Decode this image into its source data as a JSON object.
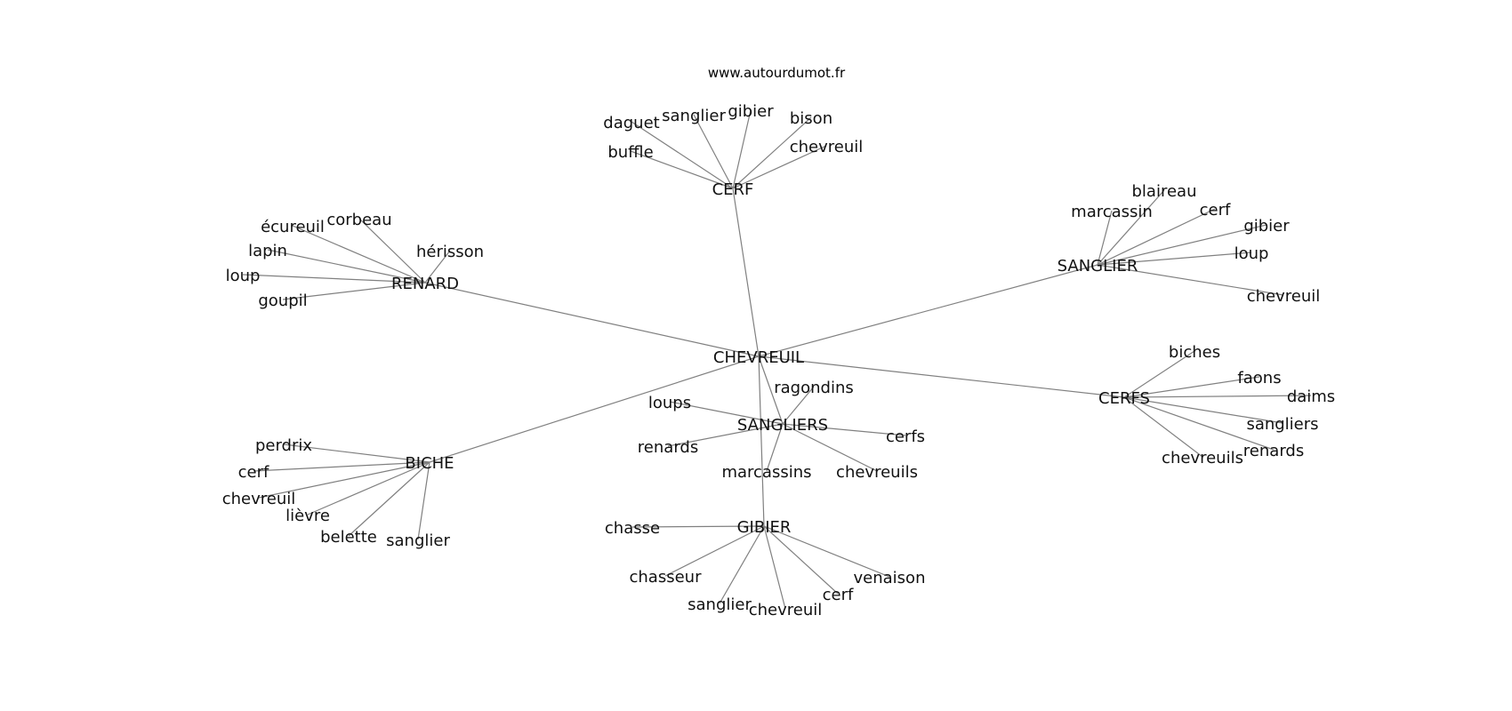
{
  "site": "www.autourdumot.fr",
  "center": "CHEVREUIL",
  "clusters": [
    {
      "id": "cerf",
      "hub": "CERF",
      "words": [
        "daguet",
        "sanglier",
        "gibier",
        "bison",
        "buffle",
        "chevreuil"
      ]
    },
    {
      "id": "renard",
      "hub": "RENARD",
      "words": [
        "écureuil",
        "corbeau",
        "hérisson",
        "lapin",
        "loup",
        "goupil"
      ]
    },
    {
      "id": "sanglier",
      "hub": "SANGLIER",
      "words": [
        "blaireau",
        "marcassin",
        "cerf",
        "gibier",
        "loup",
        "chevreuil"
      ]
    },
    {
      "id": "cerfs",
      "hub": "CERFS",
      "words": [
        "biches",
        "faons",
        "daims",
        "sangliers",
        "renards",
        "chevreuils"
      ]
    },
    {
      "id": "sangliers",
      "hub": "SANGLIERS",
      "words": [
        "ragondins",
        "loups",
        "cerfs",
        "renards",
        "marcassins",
        "chevreuils"
      ]
    },
    {
      "id": "biche",
      "hub": "BICHE",
      "words": [
        "perdrix",
        "cerf",
        "chevreuil",
        "lièvre",
        "belette",
        "sanglier"
      ]
    },
    {
      "id": "gibier",
      "hub": "GIBIER",
      "words": [
        "chasse",
        "chasseur",
        "sanglier",
        "chevreuil",
        "cerf",
        "venaison"
      ]
    }
  ]
}
